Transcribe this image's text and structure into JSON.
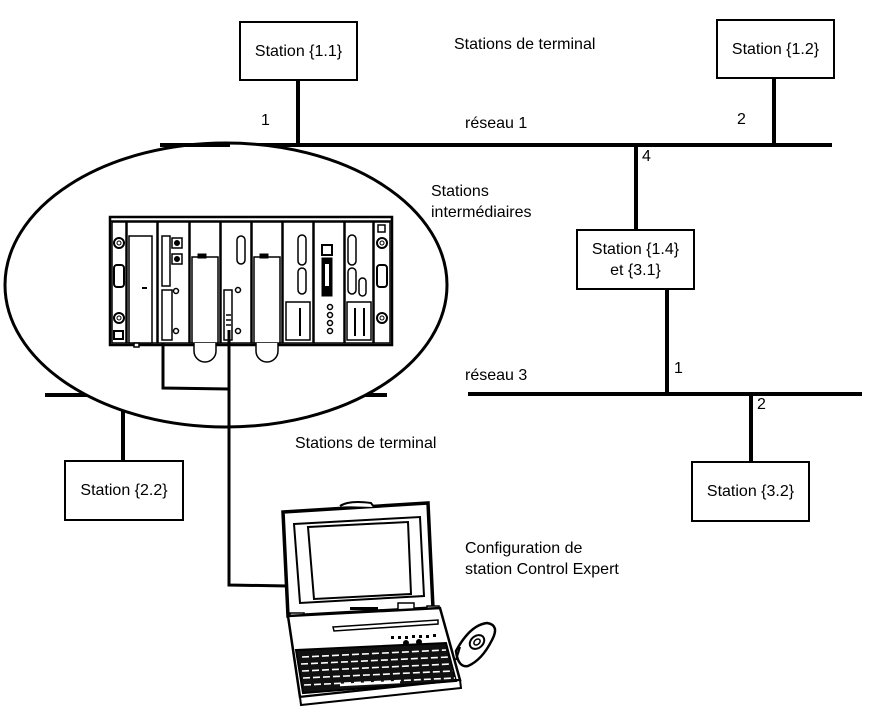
{
  "diagram": {
    "colors": {
      "line": "#000000",
      "background": "#ffffff"
    },
    "labels": {
      "terminal_top": "Stations de terminal",
      "terminal_bottom": "Stations de terminal",
      "intermediate_line1": "Stations",
      "intermediate_line2": "intermédiaires",
      "network1": "réseau 1",
      "network3": "réseau 3",
      "config_line1": "Configuration de",
      "config_line2": "station Control Expert"
    },
    "stations": {
      "s11": {
        "label": "Station {1.1}"
      },
      "s12": {
        "label": "Station {1.2}"
      },
      "s14": {
        "line1": "Station {1.4}",
        "line2": "et {3.1}"
      },
      "s22": {
        "label": "Station {2.2}"
      },
      "s32": {
        "label": "Station {3.2}"
      }
    },
    "connection_numbers": {
      "n1_s11": "1",
      "n1_s12": "2",
      "n1_s14": "4",
      "n3_s31": "1",
      "n3_s32": "2"
    },
    "icons": {
      "plc_rack": "plc-rack-icon",
      "laptop": "laptop-icon",
      "mouse": "trackball-mouse-icon"
    }
  }
}
